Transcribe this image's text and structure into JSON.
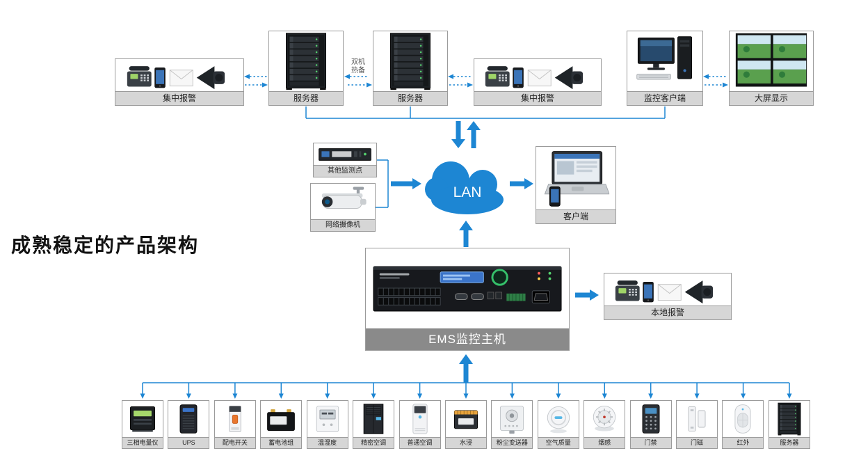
{
  "page": {
    "title": "成熟稳定的产品架构"
  },
  "colors": {
    "arrow": "#1d86d3",
    "cloud": "#1d86d3",
    "label_bg": "#d6d6d6",
    "label_text": "#222222",
    "ems_label_bg": "#8a8a8a",
    "ems_label_text": "#ffffff"
  },
  "top_row": [
    {
      "label": "集中报警",
      "type": "alarm-group"
    },
    {
      "label": "服务器",
      "type": "server-rack"
    },
    {
      "label": "服务器",
      "type": "server-rack"
    },
    {
      "label": "集中报警",
      "type": "alarm-group"
    },
    {
      "label": "监控客户端",
      "type": "workstation"
    },
    {
      "label": "大屏显示",
      "type": "video-wall"
    }
  ],
  "links": {
    "dual_hot_standby": "双机热备"
  },
  "middle": {
    "other_monitor": {
      "label": "其他监测点"
    },
    "camera": {
      "label": "网络摄像机"
    },
    "lan": {
      "label": "LAN"
    },
    "client": {
      "label": "客户端"
    }
  },
  "center": {
    "ems_host": {
      "label": "EMS监控主机"
    },
    "local_alarm": {
      "label": "本地报警"
    }
  },
  "bottom_row": [
    {
      "label": "三相电量仪"
    },
    {
      "label": "UPS"
    },
    {
      "label": "配电开关"
    },
    {
      "label": "蓄电池组"
    },
    {
      "label": "温湿度"
    },
    {
      "label": "精密空调"
    },
    {
      "label": "普通空调"
    },
    {
      "label": "水浸"
    },
    {
      "label": "粉尘变送器"
    },
    {
      "label": "空气质量"
    },
    {
      "label": "烟感"
    },
    {
      "label": "门禁"
    },
    {
      "label": "门磁"
    },
    {
      "label": "红外"
    },
    {
      "label": "服务器"
    }
  ]
}
